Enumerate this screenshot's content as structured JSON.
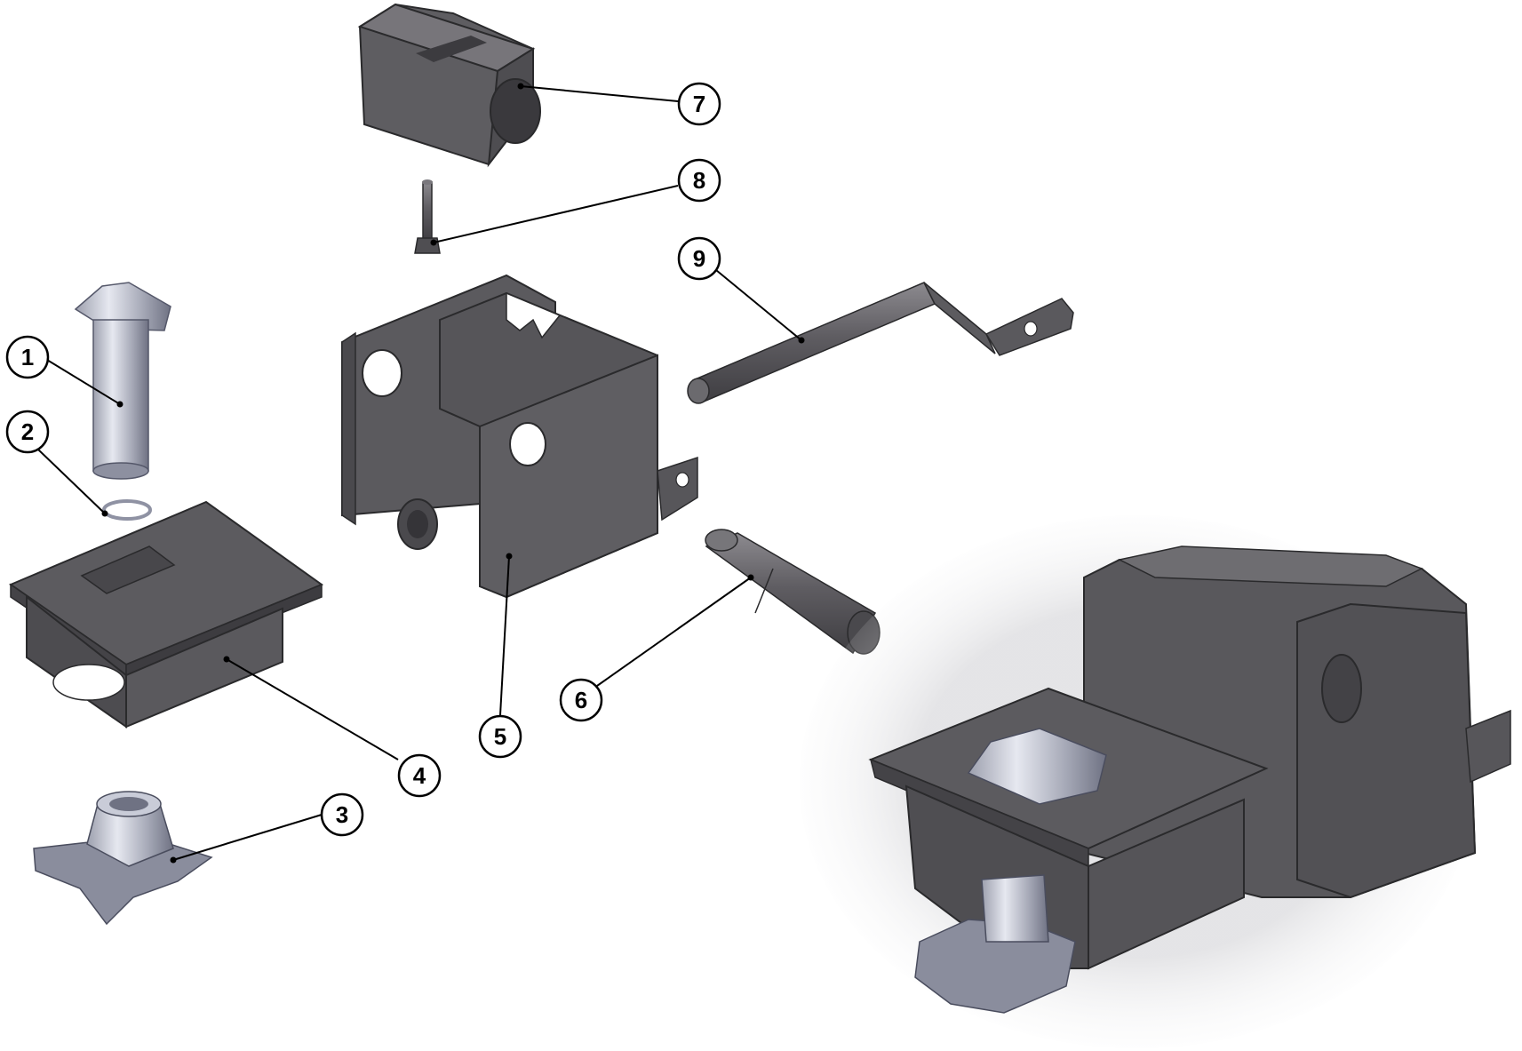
{
  "callouts": [
    {
      "id": "1",
      "label": "1",
      "part": "indexing-pin"
    },
    {
      "id": "2",
      "label": "2",
      "part": "retaining-ring"
    },
    {
      "id": "3",
      "label": "3",
      "part": "star-knob"
    },
    {
      "id": "4",
      "label": "4",
      "part": "slide-plate-bracket"
    },
    {
      "id": "5",
      "label": "5",
      "part": "main-housing"
    },
    {
      "id": "6",
      "label": "6",
      "part": "hinge-pin"
    },
    {
      "id": "7",
      "label": "7",
      "part": "top-block"
    },
    {
      "id": "8",
      "label": "8",
      "part": "cap-screw"
    },
    {
      "id": "9",
      "label": "9",
      "part": "crank-rod"
    }
  ],
  "colors": {
    "steel_dark": "#5a595c",
    "steel_mid": "#6d6b70",
    "steel_light": "#8a888d",
    "chrome_light": "#d8dbe6",
    "chrome_mid": "#a9acba",
    "chrome_dark": "#6f7283",
    "outline": "#2a2a2c",
    "callout_stroke": "#000000"
  }
}
